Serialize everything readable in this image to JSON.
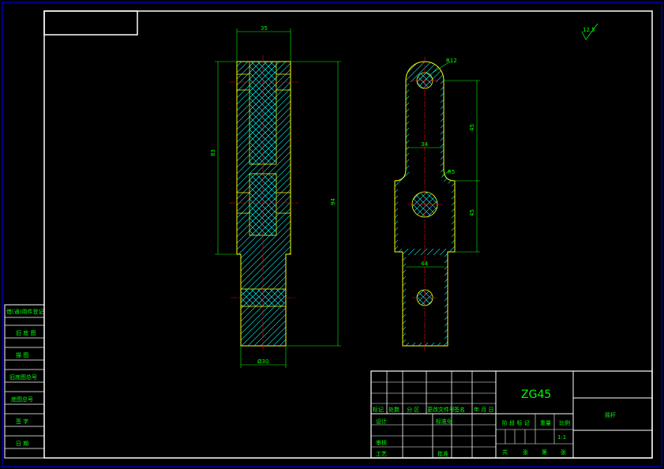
{
  "colors": {
    "background": "#000000",
    "border": "#ffffff",
    "frame": "#0000ff",
    "outline": "#ffff00",
    "dimension": "#00ff00",
    "hatch": "#00ffff",
    "centerline": "#ff0000"
  },
  "roughness": {
    "value": "12.5"
  },
  "front_view": {
    "dim_top": "35",
    "dim_left": "83",
    "dim_right": "94",
    "dim_bottom": "Ø30"
  },
  "side_view": {
    "dim_radius": "R12",
    "dim_upper": "45",
    "dim_lower": "45",
    "dim_width": "34",
    "dim_fillet": "R5",
    "dim_bottom_width": "44"
  },
  "title_block": {
    "material": "ZG45",
    "part_name": "摇杆",
    "scale": "1:1",
    "header_cells": [
      "标记",
      "处数",
      "分 区",
      "更改文件号",
      "签名",
      "年 月 日"
    ],
    "design_label": "设计",
    "standard_label": "标准化",
    "review_label": "审核",
    "process_label": "工艺",
    "approve_label": "批准",
    "stage_label": "阶 段 标 记",
    "weight_label": "重量",
    "scale_label": "比例",
    "sheet_labels": [
      "共",
      "张",
      "第",
      "张"
    ]
  },
  "side_table": {
    "rows": [
      "借(通)用件登记",
      "旧 底 图",
      "描 图",
      "旧底图总号",
      "底图总号",
      "签 字",
      "日 期"
    ]
  }
}
